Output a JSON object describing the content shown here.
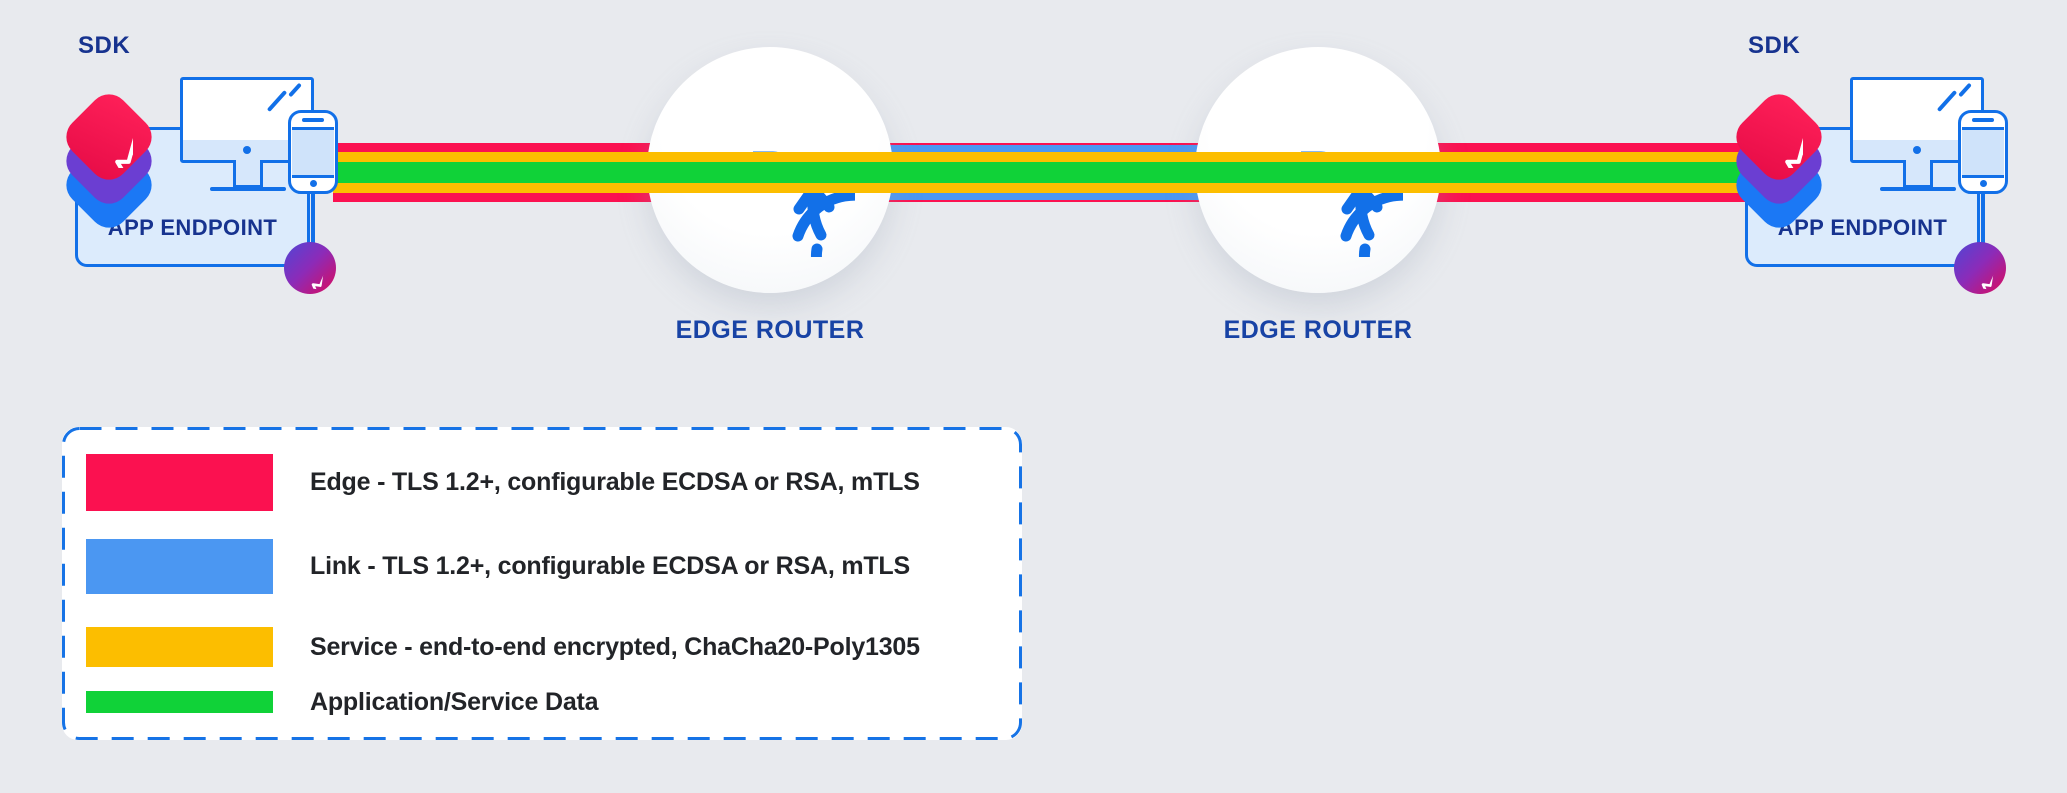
{
  "colors": {
    "edge_red": "#FB1150",
    "link_blue": "#4B97F2",
    "service_yellow": "#FCBE00",
    "data_green": "#10D238",
    "outline_blue": "#1270E8",
    "light_blue_fill": "#DCEBFC",
    "navy_text": "#17338F",
    "background": "#E8EAEE",
    "legend_border": "#1673E6",
    "legend_text": "#222428"
  },
  "endpoints": [
    {
      "sdk_label": "SDK",
      "box_label": "APP ENDPOINT"
    },
    {
      "sdk_label": "SDK",
      "box_label": "APP ENDPOINT"
    }
  ],
  "routers": [
    {
      "label": "EDGE ROUTER",
      "icon_letter": "R"
    },
    {
      "label": "EDGE ROUTER",
      "icon_letter": "R"
    }
  ],
  "legend": {
    "items": [
      {
        "color": "#FB1150",
        "label": "Edge - TLS 1.2+, configurable ECDSA or RSA, mTLS"
      },
      {
        "color": "#4B97F2",
        "label": "Link - TLS 1.2+, configurable ECDSA or RSA, mTLS"
      },
      {
        "color": "#FCBE00",
        "label": "Service - end-to-end encrypted, ChaCha20-Poly1305"
      },
      {
        "color": "#10D238",
        "label": "Application/Service Data"
      }
    ]
  }
}
